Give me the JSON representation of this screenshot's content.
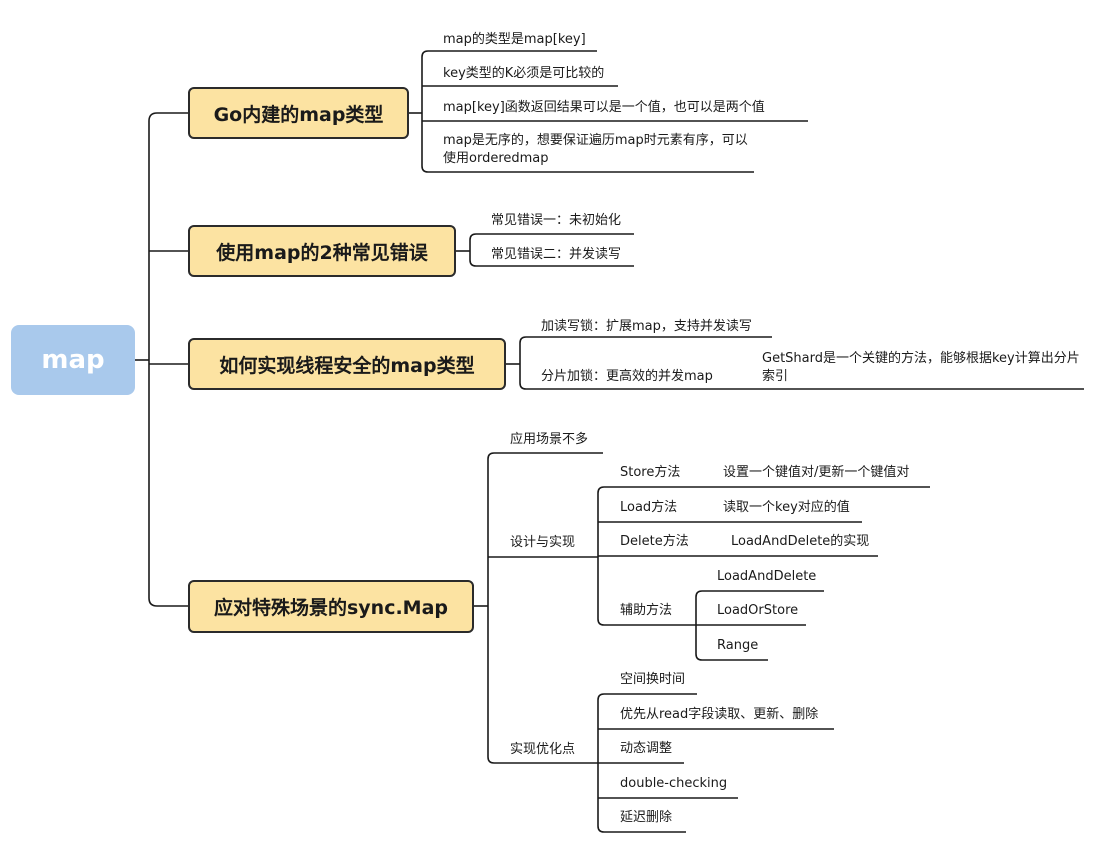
{
  "root": {
    "label": "map"
  },
  "branches": [
    {
      "label": "Go内建的map类型",
      "children": [
        "map的类型是map[key]",
        "key类型的K必须是可比较的",
        "map[key]函数返回结果可以是一个值，也可以是两个值",
        "map是无序的，想要保证遍历map时元素有序，可以使用orderedmap"
      ]
    },
    {
      "label": "使用map的2种常见错误",
      "children": [
        "常见错误一：未初始化",
        "常见错误二：并发读写"
      ]
    },
    {
      "label": "如何实现线程安全的map类型",
      "children": [
        {
          "label": "加读写锁：扩展map，支持并发读写"
        },
        {
          "label": "分片加锁：更高效的并发map",
          "detail": "GetShard是一个关键的方法，能够根据key计算出分片索引"
        }
      ]
    },
    {
      "label": "应对特殊场景的sync.Map",
      "children": [
        {
          "label": "应用场景不多"
        },
        {
          "label": "设计与实现",
          "children": [
            {
              "label": "Store方法",
              "detail": "设置一个键值对/更新一个键值对"
            },
            {
              "label": "Load方法",
              "detail": "读取一个key对应的值"
            },
            {
              "label": "Delete方法",
              "detail": "LoadAndDelete的实现"
            },
            {
              "label": "辅助方法",
              "children": [
                "LoadAndDelete",
                "LoadOrStore",
                "Range"
              ]
            }
          ]
        },
        {
          "label": "实现优化点",
          "children": [
            "空间换时间",
            "优先从read字段读取、更新、删除",
            "动态调整",
            "double-checking",
            "延迟删除"
          ]
        }
      ]
    }
  ]
}
